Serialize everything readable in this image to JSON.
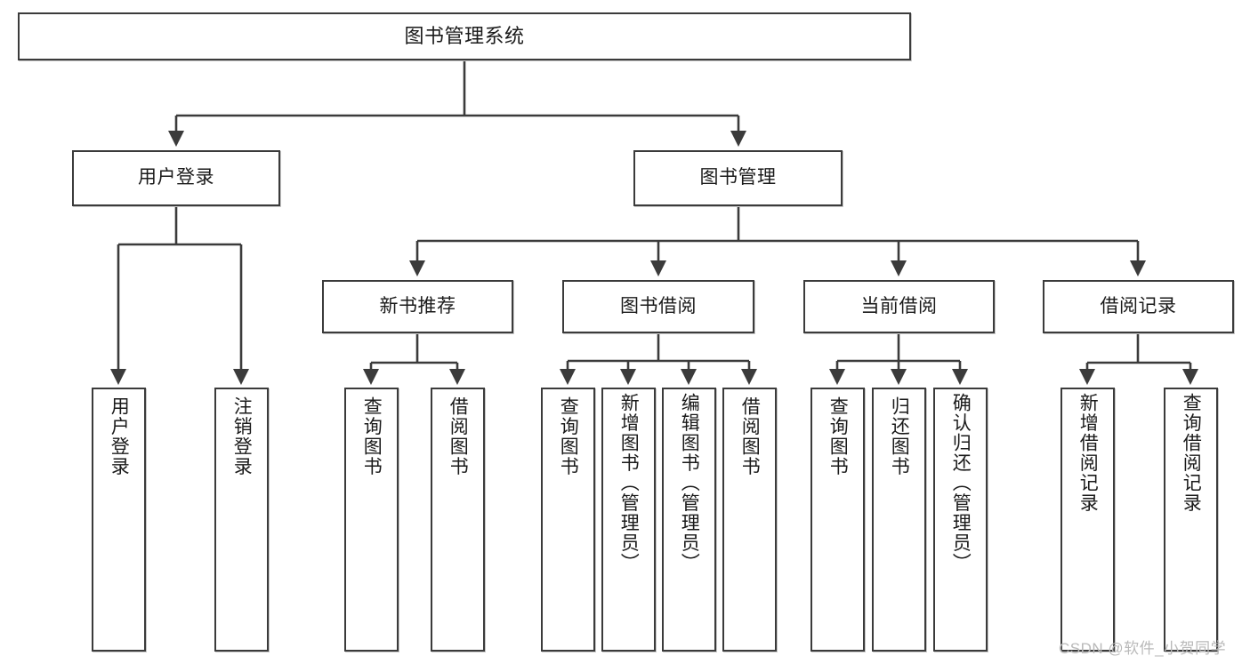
{
  "diagram": {
    "title": "图书管理系统",
    "type": "hierarchy-tree",
    "watermark": "CSDN @软件_小贺同学",
    "colors": {
      "box_border": "#3b3b3b",
      "box_fill": "#ffffff",
      "connector": "#3b3b3b",
      "text": "#1a1a1a",
      "watermark": "#b9b9b9"
    },
    "nodes": {
      "root": {
        "label": "图书管理系统"
      },
      "level2": [
        {
          "id": "user-login",
          "label": "用户登录"
        },
        {
          "id": "book-manage",
          "label": "图书管理"
        }
      ],
      "level3": [
        {
          "id": "new-book-rec",
          "label": "新书推荐"
        },
        {
          "id": "book-borrow",
          "label": "图书借阅"
        },
        {
          "id": "current-borrow",
          "label": "当前借阅"
        },
        {
          "id": "borrow-record",
          "label": "借阅记录"
        }
      ],
      "leaves": {
        "user_login": [
          {
            "id": "leaf-user-login",
            "label": "用户登录"
          },
          {
            "id": "leaf-logout",
            "label": "注销登录"
          }
        ],
        "new_book_rec": [
          {
            "id": "leaf-query-book-1",
            "label": "查询图书"
          },
          {
            "id": "leaf-borrow-book-1",
            "label": "借阅图书"
          }
        ],
        "book_borrow": [
          {
            "id": "leaf-query-book-2",
            "label": "查询图书"
          },
          {
            "id": "leaf-add-book",
            "label": "新增图书（管理员）"
          },
          {
            "id": "leaf-edit-book",
            "label": "编辑图书（管理员）"
          },
          {
            "id": "leaf-borrow-book-2",
            "label": "借阅图书"
          }
        ],
        "current_borrow": [
          {
            "id": "leaf-query-book-3",
            "label": "查询图书"
          },
          {
            "id": "leaf-return-book",
            "label": "归还图书"
          },
          {
            "id": "leaf-confirm-return",
            "label": "确认归还（管理员）"
          }
        ],
        "borrow_record": [
          {
            "id": "leaf-add-record",
            "label": "新增借阅记录"
          },
          {
            "id": "leaf-query-record",
            "label": "查询借阅记录"
          }
        ]
      }
    }
  }
}
